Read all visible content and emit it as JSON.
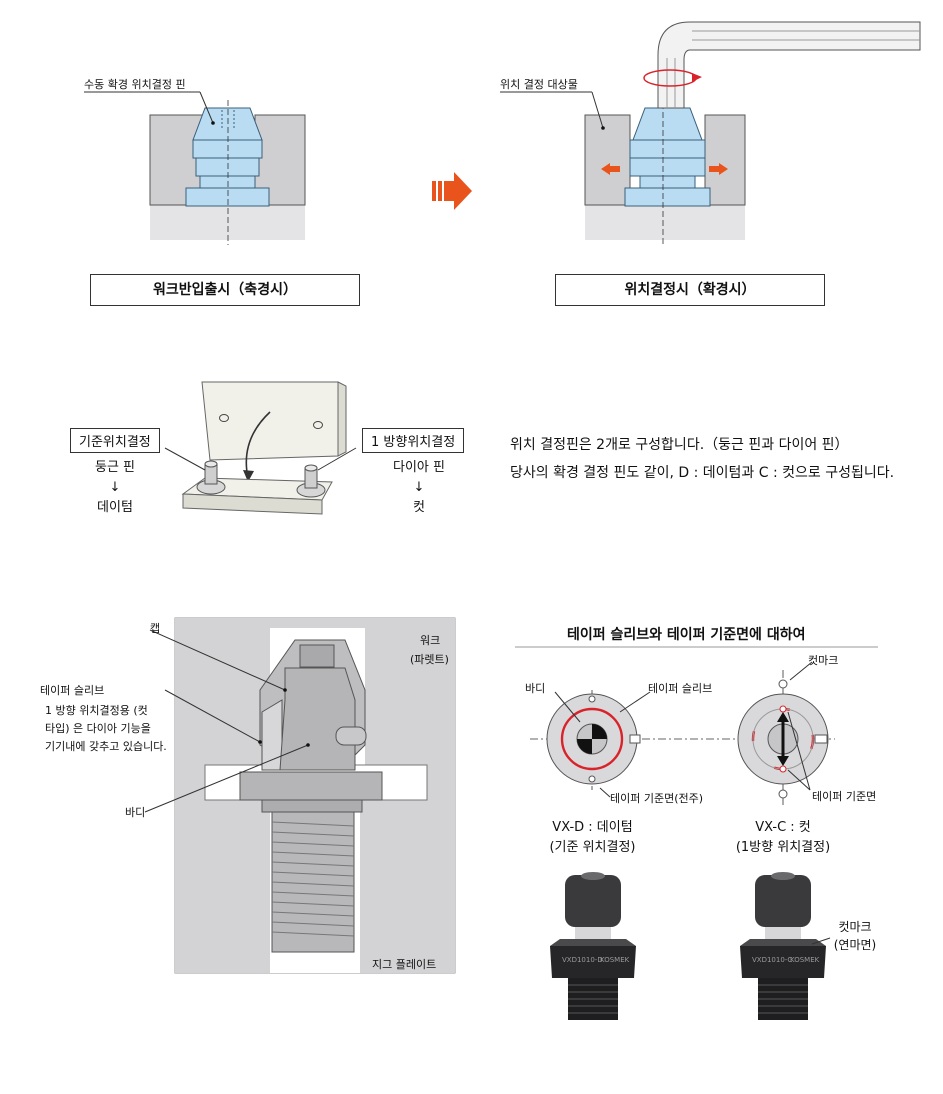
{
  "top": {
    "left_callout": "수동 확경 위치결정 핀",
    "right_callout": "위치 결정 대상물",
    "left_caption": "워크반입출시（축경시）",
    "right_caption": "위치결정시（확경시）"
  },
  "middle": {
    "ref_label": "기준위치결정",
    "ref_pin": "둥근 핀",
    "ref_arrow": "↓",
    "ref_type": "데이텀",
    "dir_label": "1 방향위치결정",
    "dir_pin": "다이아 핀",
    "dir_arrow": "↓",
    "dir_type": "컷",
    "desc_line1": "위치 결정핀은 2개로 구성합니다.（둥근 핀과 다이어 핀）",
    "desc_line2": "당사의 확경 결정 핀도 같이, D : 데이텀과 C : 컷으로 구성됩니다."
  },
  "section": {
    "cap": "캡",
    "work": "워크",
    "pallet": "(파렛트)",
    "taper_sleeve": "테이퍼 슬리브",
    "note_line1": "1 방향 위치결정용 (컷",
    "note_line2": "타입) 은 다이아 기능을",
    "note_line3": "기기내에 갖추고 있습니다.",
    "body": "바디",
    "jig_plate": "지그 플레이트"
  },
  "taper": {
    "title": "테이퍼 슬리브와 테이퍼 기준면에 대하여",
    "body": "바디",
    "sleeve": "테이퍼 슬리브",
    "ref_surface_full": "테이퍼 기준면(전주)",
    "cut_mark": "컷마크",
    "ref_surface": "테이퍼 기준면",
    "vxd_line1": "VX-D : 데이텀",
    "vxd_line2": "(기준 위치결정)",
    "vxc_line1": "VX-C : 컷",
    "vxc_line2": "(1방향 위치결정)",
    "cut_mark2_line1": "컷마크",
    "cut_mark2_line2": "(연마면)",
    "engrave_d1": "VXD1010-D",
    "engrave_d2": "KOSMEK",
    "engrave_c1": "VXD1010-C",
    "engrave_c2": "KOSMEK"
  },
  "colors": {
    "pin_blue": "#b9dcf3",
    "arrow_orange": "#e9541d",
    "red_ring": "#d9232b",
    "gray_block": "#cfcfd1"
  }
}
